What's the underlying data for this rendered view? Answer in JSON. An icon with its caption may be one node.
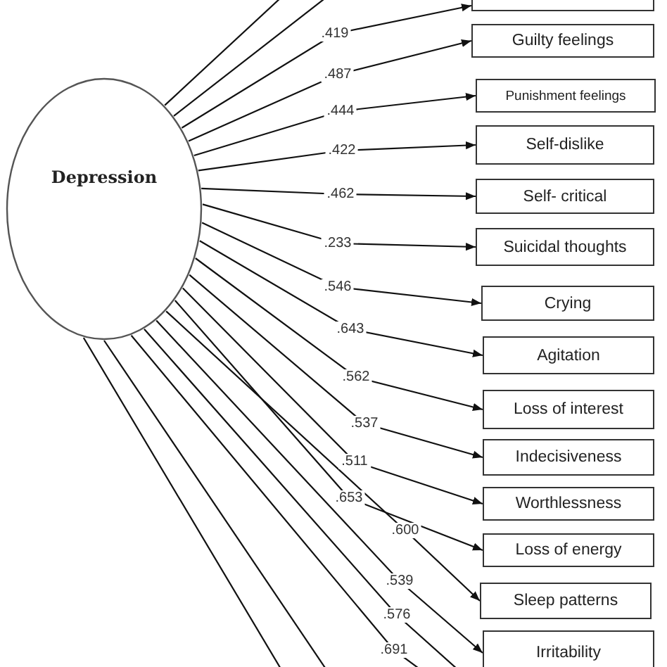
{
  "diagram": {
    "nodes": [
      {
        "text": [
          "Depression"
        ]
      },
      {
        "text": [],
        "shape": "box"
      },
      {
        "text": [
          "Guilty feelings"
        ]
      },
      {
        "text": [
          "Punishment feelings"
        ]
      },
      {
        "text": [
          "Self-dislike"
        ]
      },
      {
        "text": [
          "Self- critical"
        ]
      },
      {
        "text": [
          "Suicidal thoughts"
        ]
      },
      {
        "text": [
          "Crying"
        ]
      },
      {
        "text": [
          "Agitation"
        ]
      },
      {
        "text": [
          "Loss of interest"
        ]
      },
      {
        "text": [
          "Indecisiveness"
        ]
      },
      {
        "text": [
          "Worthlessness"
        ]
      },
      {
        "text": [
          "Loss of energy"
        ]
      },
      {
        "text": [
          "Sleep patterns"
        ]
      },
      {
        "text": [
          "Irritability"
        ]
      }
    ],
    "edges": [
      {
        "from": 0,
        "to": null,
        "arrow": "none"
      },
      {
        "from": 0,
        "to": null,
        "arrow": "none"
      },
      {
        "from": 0,
        "to": 1,
        "label": ".419",
        "arrow": "to"
      },
      {
        "from": 0,
        "to": 2,
        "label": ".487",
        "arrow": "to"
      },
      {
        "from": 0,
        "to": 3,
        "label": ".444",
        "arrow": "to"
      },
      {
        "from": 0,
        "to": 4,
        "label": ".422",
        "arrow": "to"
      },
      {
        "from": 0,
        "to": 5,
        "label": ".462",
        "arrow": "to"
      },
      {
        "from": 0,
        "to": 6,
        "label": ".233",
        "arrow": "to"
      },
      {
        "from": 0,
        "to": 7,
        "label": ".546",
        "arrow": "to"
      },
      {
        "from": 0,
        "to": 8,
        "label": ".643",
        "arrow": "to"
      },
      {
        "from": 0,
        "to": 9,
        "label": ".562",
        "arrow": "to"
      },
      {
        "from": 0,
        "to": 10,
        "label": ".537",
        "arrow": "to"
      },
      {
        "from": 0,
        "to": 11,
        "label": ".511",
        "arrow": "to"
      },
      {
        "from": 0,
        "to": 12,
        "label": ".653",
        "arrow": "to"
      },
      {
        "from": 0,
        "to": 13,
        "label": ".600",
        "arrow": "to"
      },
      {
        "from": 0,
        "to": 14,
        "label": ".539",
        "arrow": "to"
      },
      {
        "from": 0,
        "to": null,
        "label": ".576",
        "arrow": "none"
      },
      {
        "from": 0,
        "to": null,
        "label": ".691",
        "arrow": "none"
      },
      {
        "from": 0,
        "to": null,
        "arrow": "none"
      },
      {
        "from": 0,
        "to": null,
        "arrow": "none"
      }
    ]
  }
}
